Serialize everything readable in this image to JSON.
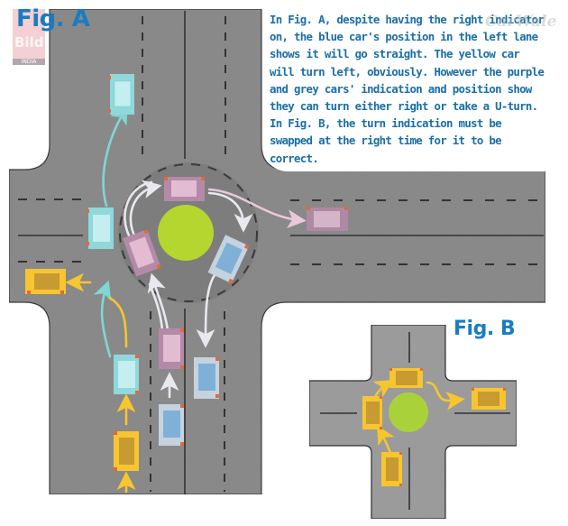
{
  "figure_a": {
    "label": "Fig. A",
    "logo": {
      "brand": "Bild",
      "sub": "INDIA"
    },
    "description": "In Fig. A, despite having the right indicator on, the blue car's position in the left lane shows it will go straight. The yellow car will turn left, obviously. However the purple and grey cars' indication and position show they can turn either right or take a U-turn. In Fig. B, the turn indication must be swapped at the right time for it to be correct.",
    "watermark": "CarWale",
    "elements": {
      "roundabout": {
        "color": "#b5d62e"
      },
      "cars": [
        {
          "name": "blue-car-top",
          "color": "#8fd8dc"
        },
        {
          "name": "blue-car-left-entry",
          "color": "#8fd8dc"
        },
        {
          "name": "blue-car-bottom",
          "color": "#8fd8dc"
        },
        {
          "name": "yellow-car-left-exit",
          "color": "#f7c531"
        },
        {
          "name": "yellow-car-bottom",
          "color": "#f7c531"
        },
        {
          "name": "purple-car-circle-top",
          "color": "#b58aa8"
        },
        {
          "name": "purple-car-circle-left",
          "color": "#b58aa8"
        },
        {
          "name": "purple-car-right-exit",
          "color": "#b58aa8"
        },
        {
          "name": "purple-car-bottom",
          "color": "#b58aa8"
        },
        {
          "name": "grey-car-circle-right",
          "color": "#c5d3de"
        },
        {
          "name": "grey-car-bottom-right",
          "color": "#c5d3de"
        },
        {
          "name": "grey-car-bottom",
          "color": "#c5d3de"
        }
      ]
    }
  },
  "figure_b": {
    "label": "Fig. B",
    "elements": {
      "roundabout": {
        "color": "#b5d62e"
      },
      "cars": [
        {
          "name": "yellow-car-entry",
          "color": "#f7c531"
        },
        {
          "name": "yellow-car-left",
          "color": "#f7c531"
        },
        {
          "name": "yellow-car-top",
          "color": "#f7c531"
        },
        {
          "name": "yellow-car-exit",
          "color": "#f7c531"
        }
      ]
    }
  },
  "colors": {
    "road": "#8a8a8a",
    "road_light": "#a9a9a9",
    "label_blue": "#1a7cc1",
    "text_blue": "#1a6ea8",
    "indicator": "#e06a3a"
  }
}
